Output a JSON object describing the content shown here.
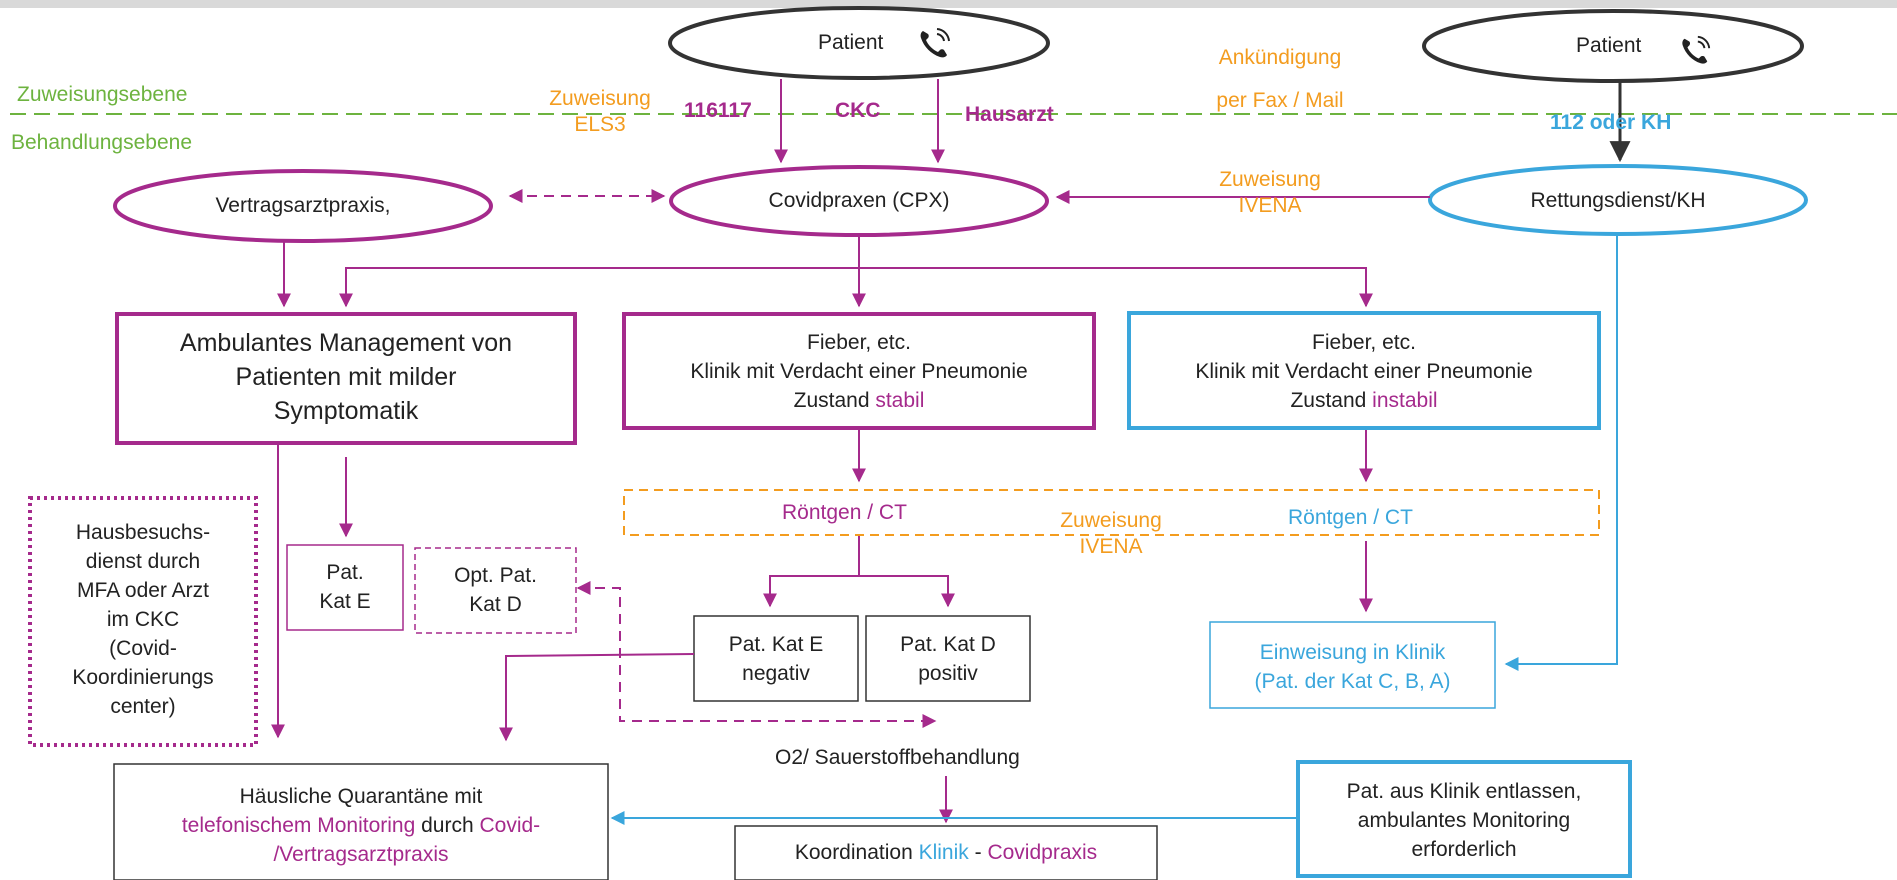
{
  "colors": {
    "purple": "#a52a8c",
    "blue": "#3aa6dc",
    "orange": "#f39c1f",
    "green": "#6db33f",
    "dark": "#222222"
  },
  "levels": {
    "zuweisung": "Zuweisungsebene",
    "behandlung": "Behandlungsebene"
  },
  "nodes": {
    "patient_left": "Patient",
    "patient_right": "Patient",
    "vertragsarzt": "Vertragsarztpraxis,",
    "covidpraxen": "Covidpraxen (CPX)",
    "rettungsdienst": "Rettungsdienst/KH",
    "ambulant": [
      "Ambulantes Management von",
      "Patienten mit milder",
      "Symptomatik"
    ],
    "fieber_stabil": {
      "lines": [
        "Fieber, etc.",
        "Klinik mit Verdacht einer Pneumonie"
      ],
      "state_prefix": "Zustand ",
      "state": "stabil"
    },
    "fieber_instabil": {
      "lines": [
        "Fieber, etc.",
        "Klinik mit Verdacht einer Pneumonie"
      ],
      "state_prefix": "Zustand ",
      "state": "instabil"
    },
    "hausbesuch": [
      "Hausbesuchs-",
      "dienst durch",
      "MFA oder Arzt",
      "im CKC",
      "(Covid-",
      "Koordinierungs",
      "center)"
    ],
    "pat_kat_e": [
      "Pat.",
      "Kat E"
    ],
    "opt_pat_kat_d": [
      "Opt. Pat.",
      "Kat D"
    ],
    "roentgen_left": "Röntgen / CT",
    "roentgen_right": "Röntgen / CT",
    "kat_e_negativ": [
      "Pat. Kat E",
      "negativ"
    ],
    "kat_d_positiv": [
      "Pat. Kat D",
      "positiv"
    ],
    "einweisung": [
      "Einweisung in Klinik",
      "(Pat. der Kat C, B, A)"
    ],
    "o2": "O2/ Sauerstoffbehandlung",
    "quarantaene": {
      "line1": "Häusliche Quarantäne mit",
      "line2_purple": "telefonischem Monitoring",
      "line2_dark": " durch ",
      "line2_purple_end": "Covid-",
      "line3": "/Vertragsarztpraxis"
    },
    "koordination": {
      "prefix": "Koordination ",
      "klinik": "Klinik",
      "sep": " - ",
      "covidpraxis": "Covidpraxis"
    },
    "entlassen": [
      "Pat. aus Klinik entlassen,",
      "ambulantes Monitoring",
      "erforderlich"
    ]
  },
  "labels": {
    "zuweisung_els3": [
      "Zuweisung",
      "ELS3"
    ],
    "code_116117": "116117",
    "ckc": "CKC",
    "hausarzt": "Hausarzt",
    "ankuendigung": [
      "Ankündigung",
      "per Fax / Mail"
    ],
    "code_112": "112 oder KH",
    "zuweisung_ivena_top": [
      "Zuweisung",
      "IVENA"
    ],
    "zuweisung_ivena_mid": [
      "Zuweisung",
      "IVENA"
    ]
  },
  "icons": [
    "phone-icon",
    "phone-icon"
  ]
}
